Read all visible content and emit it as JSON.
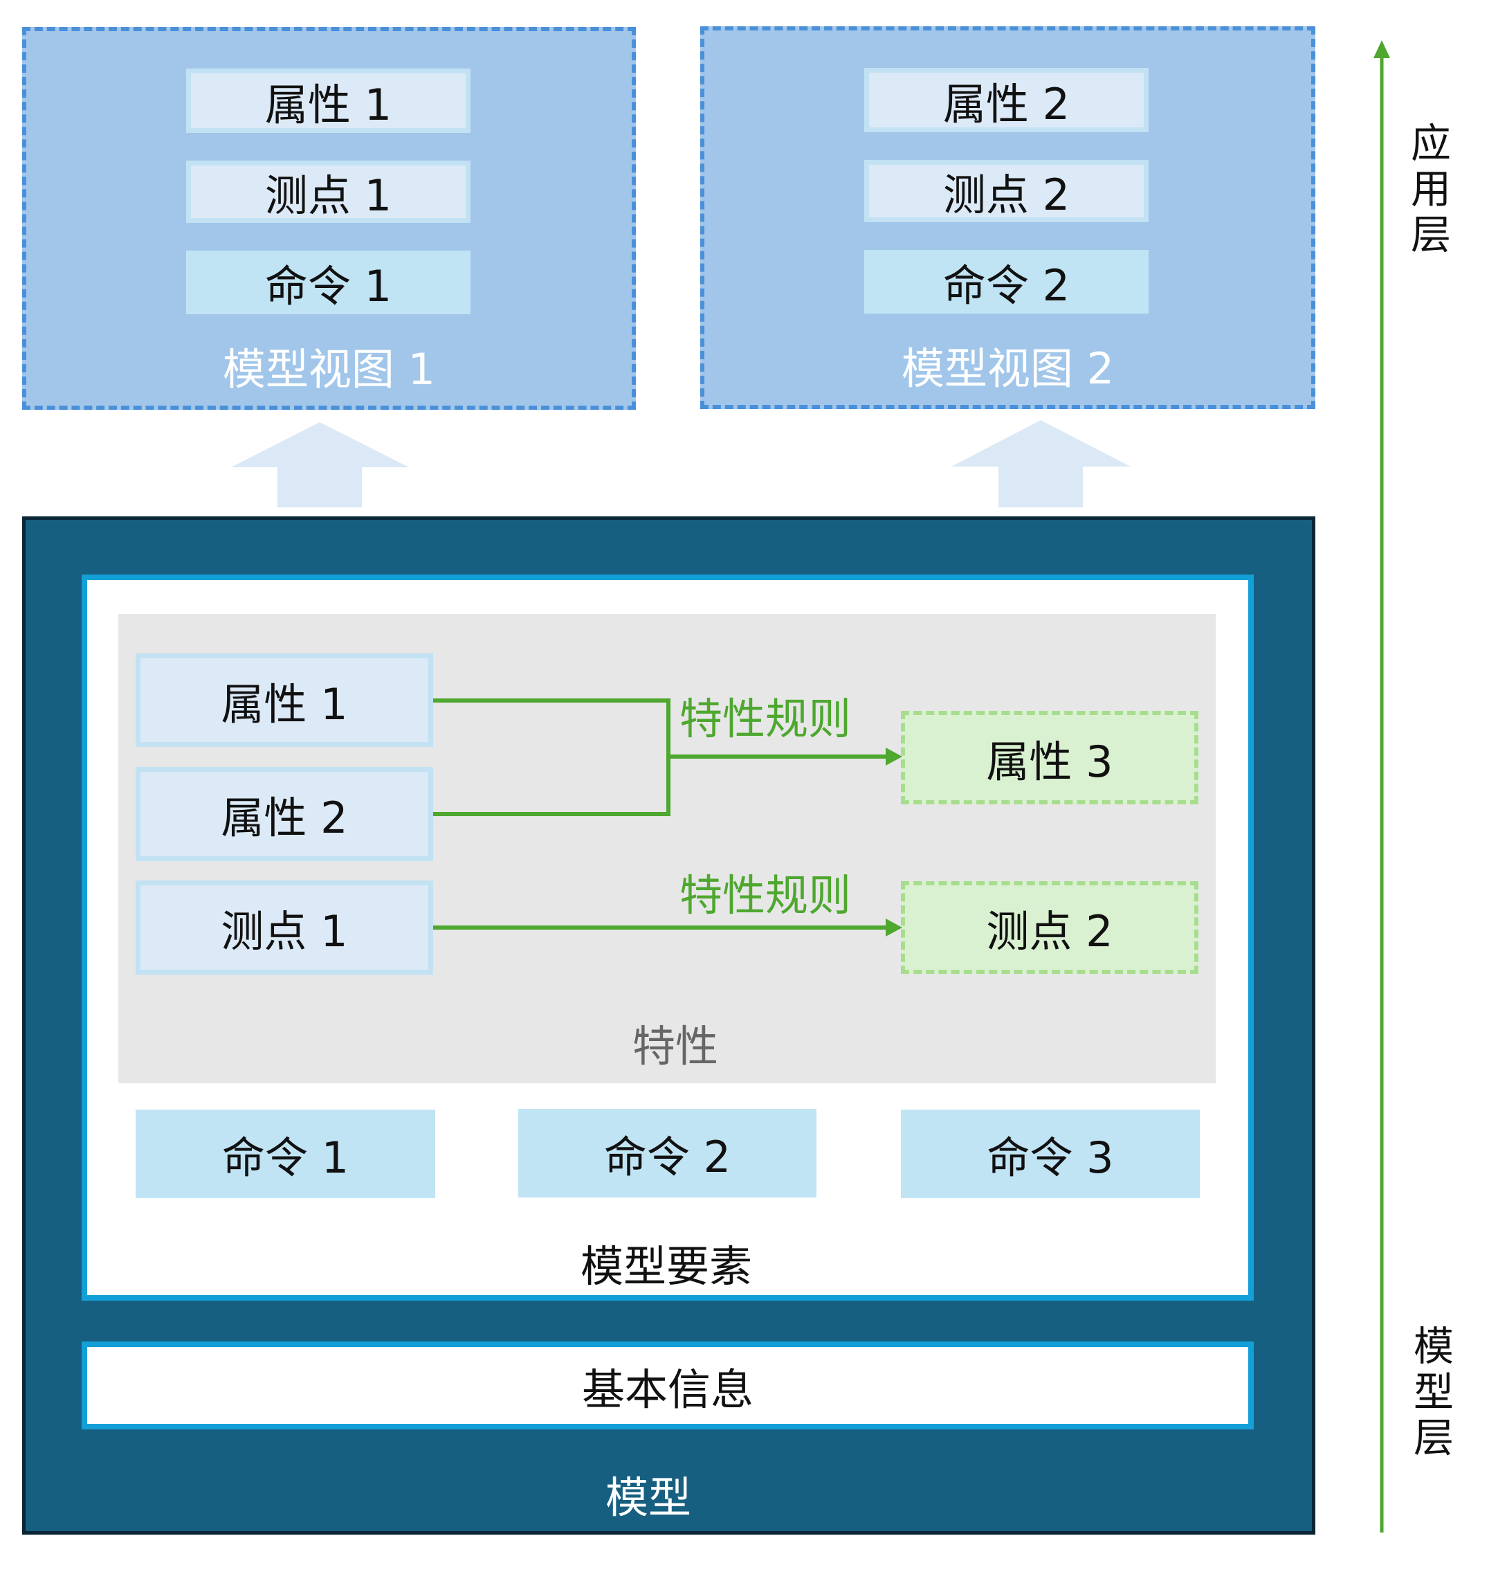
{
  "views": [
    {
      "title": "模型视图 1",
      "items": [
        "属性 1",
        "测点 1",
        "命令 1"
      ]
    },
    {
      "title": "模型视图 2",
      "items": [
        "属性 2",
        "测点 2",
        "命令 2"
      ]
    }
  ],
  "model": {
    "title": "模型",
    "elements_title": "模型要素",
    "features_title": "特性",
    "sources": [
      "属性 1",
      "属性 2",
      "测点 1"
    ],
    "targets": [
      "属性 3",
      "测点 2"
    ],
    "rule_label": "特性规则",
    "commands": [
      "命令 1",
      "命令 2",
      "命令 3"
    ],
    "basic_info": "基本信息"
  },
  "layers": {
    "application": "应用层",
    "model": "模型层"
  },
  "colors": {
    "view_fill": "#a1c6ea",
    "view_border": "#4a90d9",
    "model_fill": "#175f80",
    "rule_green": "#4ea72e"
  }
}
